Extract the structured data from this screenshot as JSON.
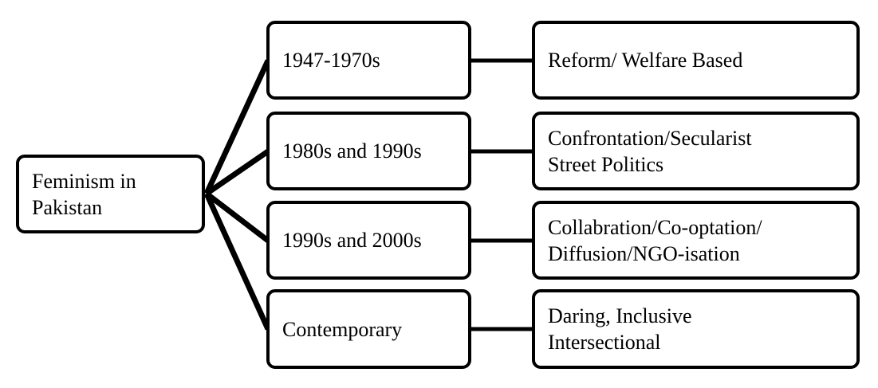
{
  "diagram": {
    "title": "Feminism in Pakistan",
    "root": {
      "label": "Feminism in\nPakistan"
    },
    "colors": {
      "background": "#ffffff",
      "border": "#000000",
      "text": "#000000",
      "connector": "#000000"
    },
    "branches": [
      {
        "era": "1947-1970s",
        "description": "Reform/ Welfare Based"
      },
      {
        "era": "1980s and 1990s",
        "description": "Confrontation/Secularist\nStreet Politics"
      },
      {
        "era": "1990s and 2000s",
        "description": "Collabration/Co-optation/\nDiffusion/NGO-isation"
      },
      {
        "era": "Contemporary",
        "description": "Daring, Inclusive\nIntersectional"
      }
    ]
  }
}
